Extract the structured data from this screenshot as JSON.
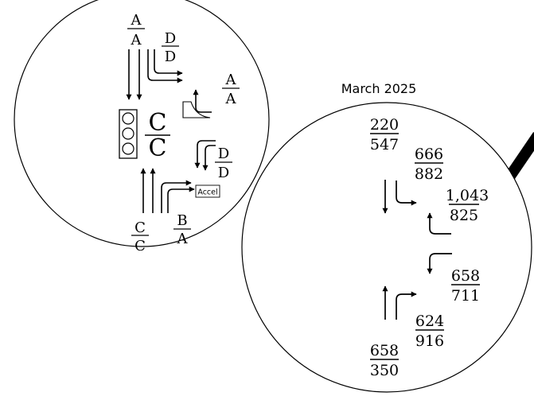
{
  "left_circle": {
    "top_los": {
      "num": "A",
      "den": "A"
    },
    "top_right_los": {
      "num": "D",
      "den": "D"
    },
    "right_los": {
      "num": "A",
      "den": "A"
    },
    "signal_los": {
      "num": "C",
      "den": "C"
    },
    "east_los": {
      "num": "D",
      "den": "D"
    },
    "accel_label": "Accel",
    "bottom_left_los": {
      "num": "C",
      "den": "C"
    },
    "bottom_right_los": {
      "num": "B",
      "den": "A"
    }
  },
  "right_circle": {
    "title": "March 2025",
    "volumes": [
      {
        "id": "sb-through",
        "am": "220",
        "pm": "547"
      },
      {
        "id": "sb-left",
        "am": "666",
        "pm": "882"
      },
      {
        "id": "wb-right",
        "am": "1,043",
        "pm": "825"
      },
      {
        "id": "eb-left",
        "am": "658",
        "pm": "711"
      },
      {
        "id": "nb-right",
        "am": "624",
        "pm": "916"
      },
      {
        "id": "nb-through",
        "am": "658",
        "pm": "350"
      }
    ]
  },
  "colors": {
    "line": "#000000",
    "background": "#ffffff"
  }
}
